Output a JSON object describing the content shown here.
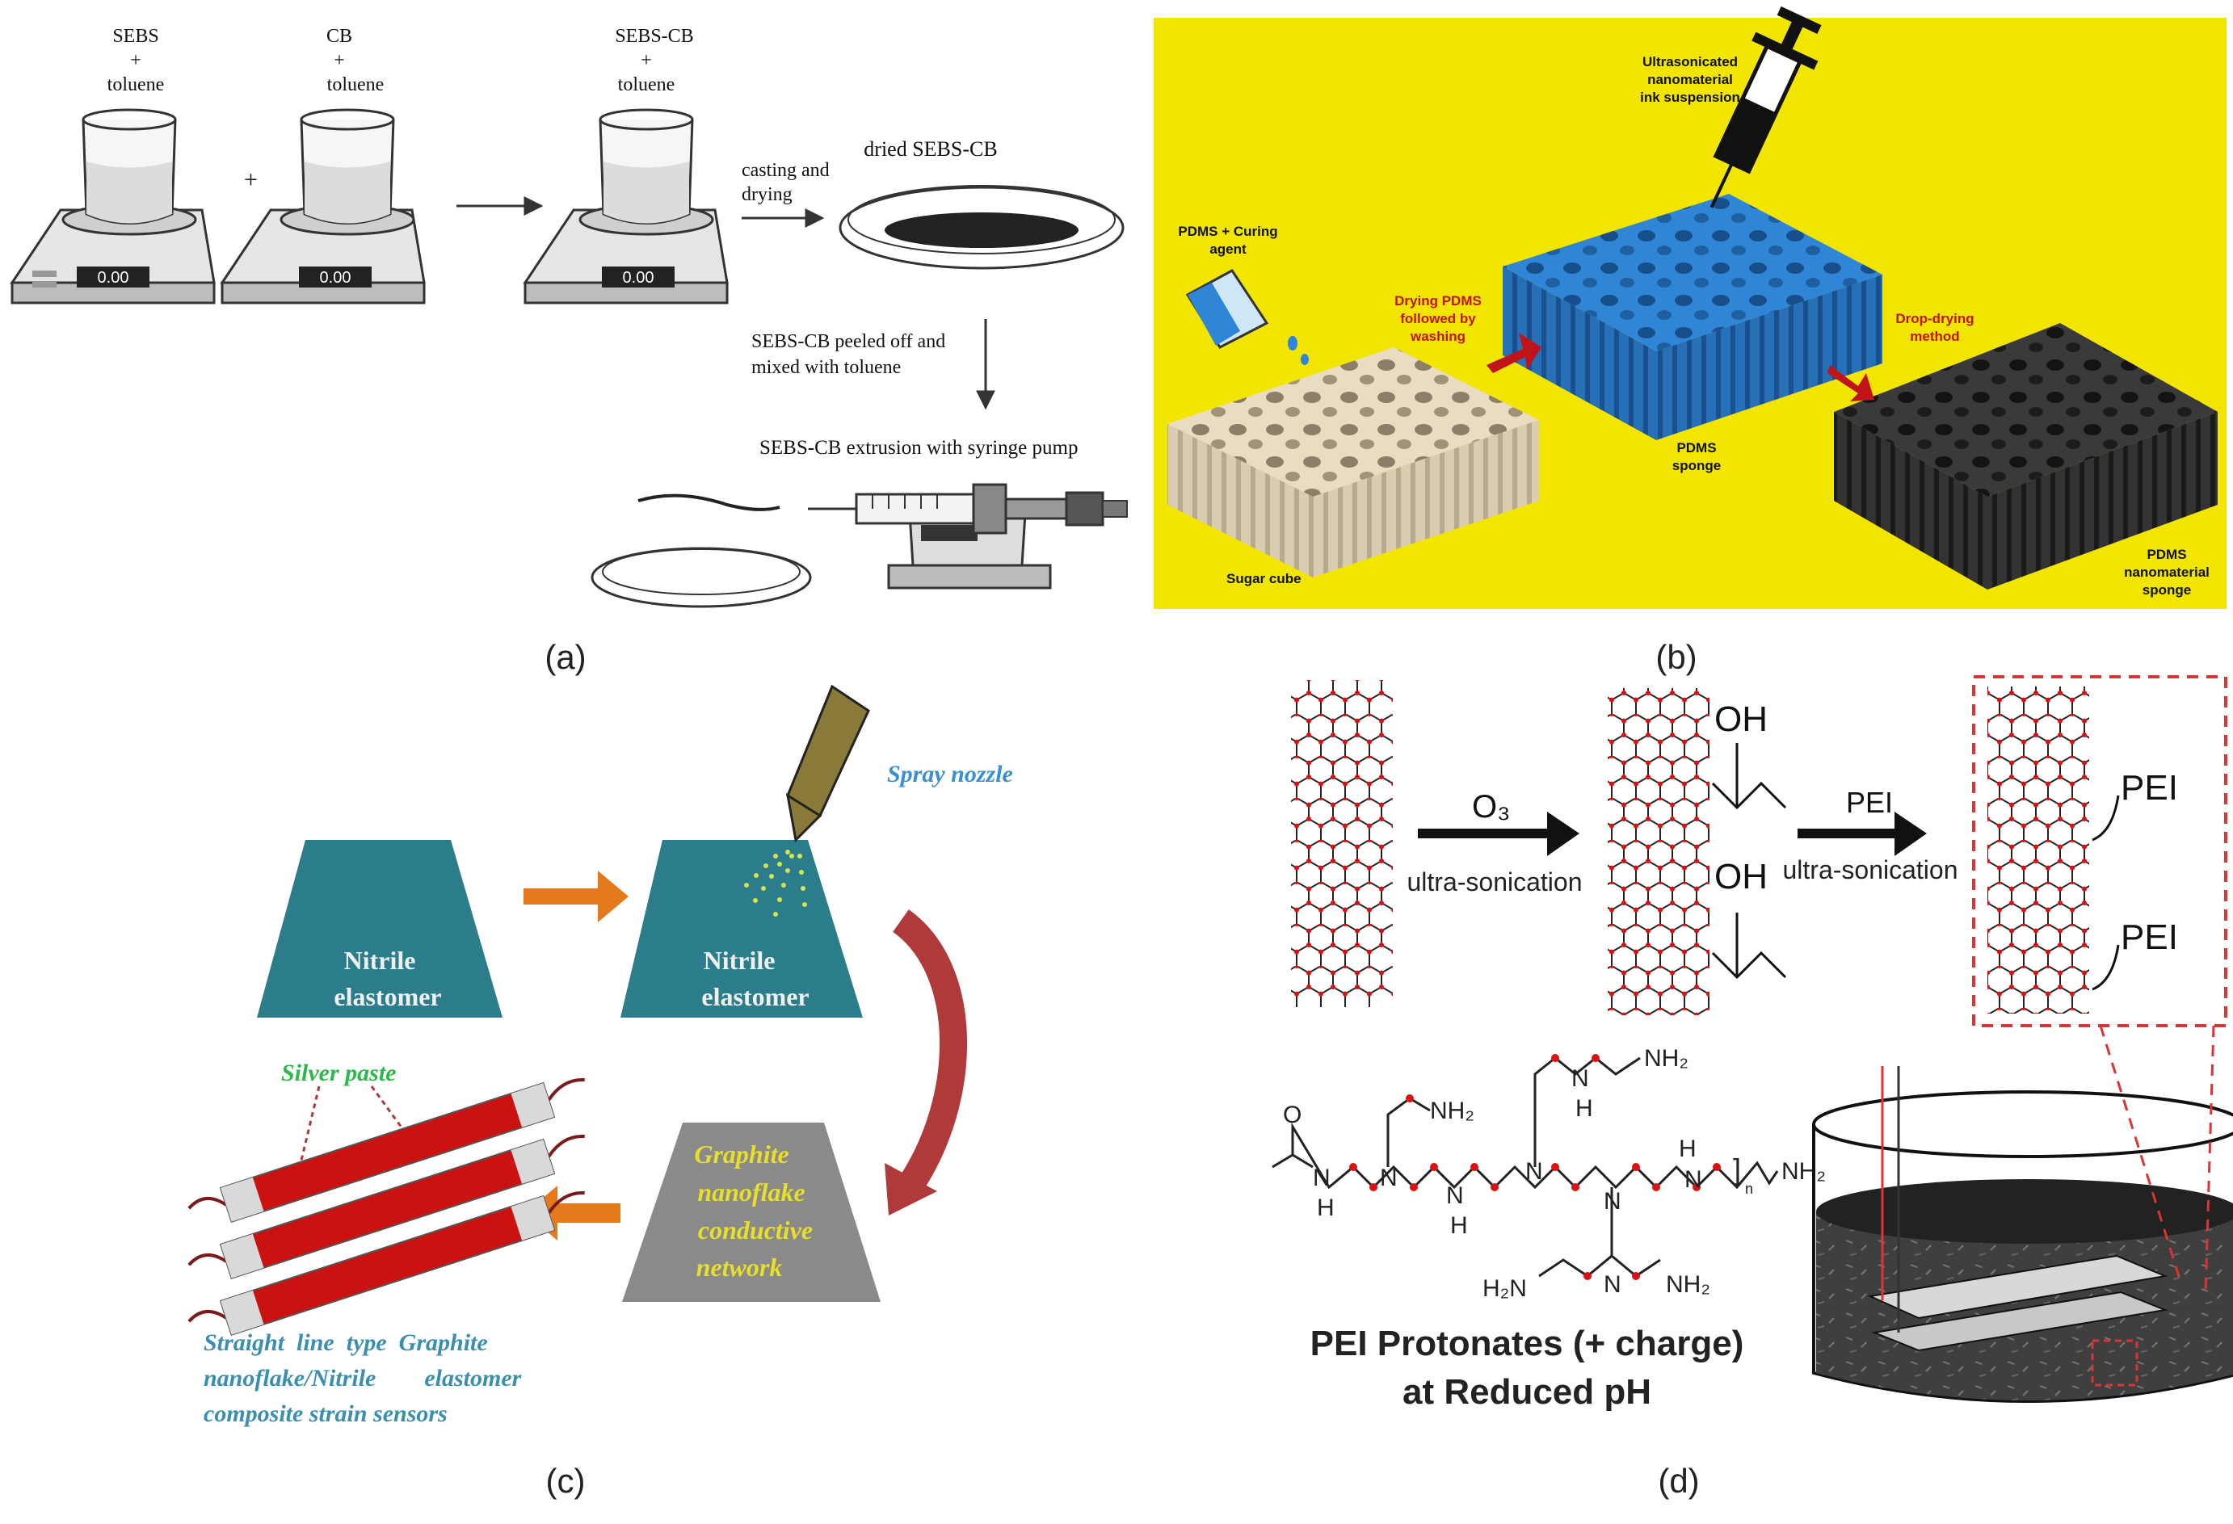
{
  "panel_a": {
    "caption": "(a)",
    "beaker1": [
      "SEBS",
      "+",
      "toluene"
    ],
    "beaker2": [
      "CB",
      "+",
      "toluene"
    ],
    "beaker3": [
      "SEBS-CB",
      "+",
      "toluene"
    ],
    "plus": "+",
    "display": "0.00",
    "step_cast": [
      "casting and",
      "drying"
    ],
    "dish_label": "dried SEBS-CB",
    "step_peel": [
      "SEBS-CB peeled off and",
      "mixed with toluene"
    ],
    "extrusion_label": "SEBS-CB extrusion with syringe pump"
  },
  "panel_b": {
    "caption": "(b)",
    "ink": [
      "Ultrasonicated",
      "nanomaterial",
      "ink suspension"
    ],
    "pdms_curing": [
      "PDMS + Curing",
      "agent"
    ],
    "drying": [
      "Drying PDMS",
      "followed by",
      "washing"
    ],
    "drop": [
      "Drop-drying",
      "method"
    ],
    "sugar": "Sugar cube",
    "pdms_sponge": [
      "PDMS",
      "sponge"
    ],
    "nano_sponge": [
      "PDMS",
      "nanomaterial",
      "sponge"
    ],
    "colors": {
      "background": "#f2e600",
      "blue": "#2f86d6",
      "red_text": "#c0141a",
      "beige": "#e8dcc2",
      "dark": "#3a3a3a"
    }
  },
  "panel_c": {
    "caption": "(c)",
    "spray": "Spray nozzle",
    "nitrile1": [
      "Nitrile",
      "elastomer"
    ],
    "nitrile2": [
      "Nitrile",
      "elastomer"
    ],
    "silver": "Silver paste",
    "graphite": [
      "Graphite",
      "nanoflake",
      "conductive",
      "network"
    ],
    "sensor": [
      "Straight  line  type  Graphite",
      "nanoflake/Nitrile        elastomer",
      "composite strain sensors"
    ],
    "colors": {
      "teal": "#2c7d8c",
      "orange": "#e57a1c",
      "gray": "#8a8a8a",
      "red": "#cc1111"
    }
  },
  "panel_d": {
    "caption": "(d)",
    "o3": "O₃",
    "ultra1": "ultra-sonication",
    "pei_arrow": "PEI",
    "ultra2": "ultra-sonication",
    "oh": "OH",
    "pei": "PEI",
    "nh2": "NH₂",
    "nh": "N",
    "h": "H",
    "o": "O",
    "n_sub": "n",
    "h2n": "H₂N",
    "protonates": [
      "PEI Protonates (+ charge)",
      "at Reduced pH"
    ]
  }
}
